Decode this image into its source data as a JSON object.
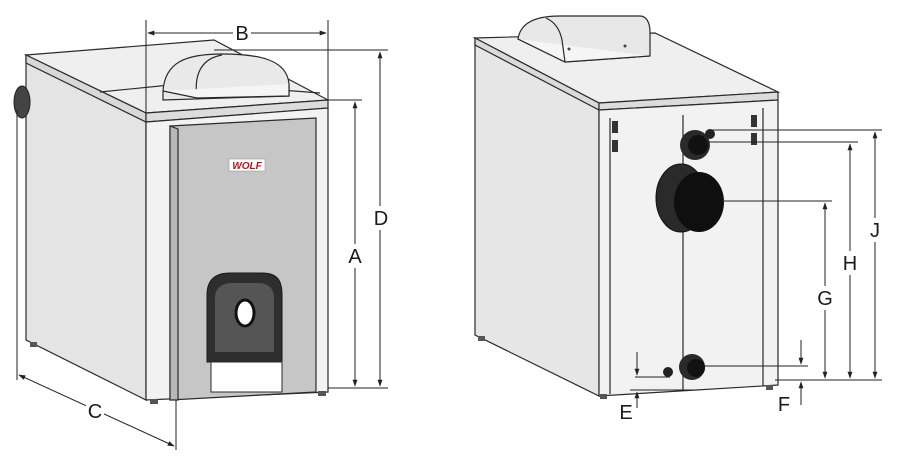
{
  "diagram": {
    "logo_text": "WOLF",
    "dimension_labels": {
      "A": "A",
      "B": "B",
      "C": "C",
      "D": "D",
      "E": "E",
      "F": "F",
      "G": "G",
      "H": "H",
      "J": "J"
    }
  }
}
